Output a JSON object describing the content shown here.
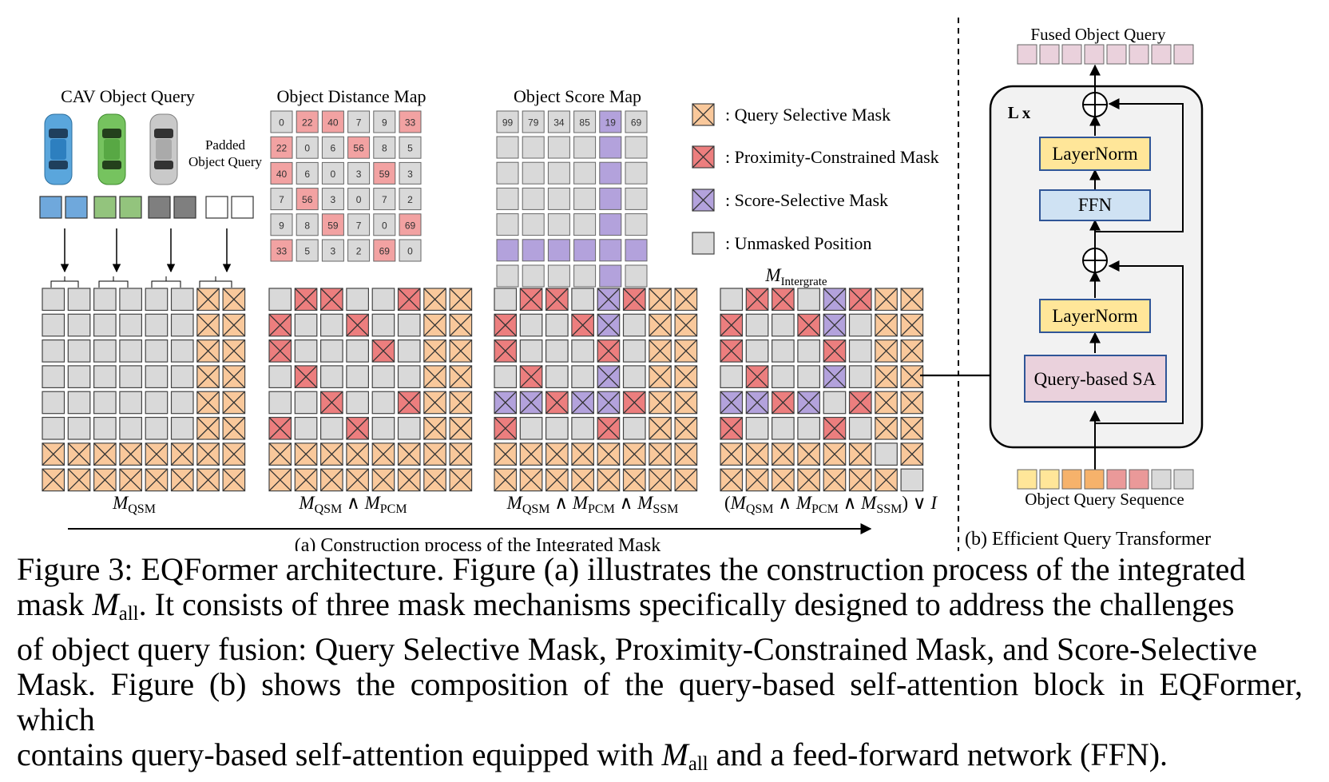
{
  "panel_a": {
    "cav_title": "CAV Object Query",
    "padded_label_line1": "Padded",
    "padded_label_line2": "Object Query",
    "distance_title": "Object Distance Map",
    "distance_values": [
      [
        "0",
        "22",
        "40",
        "7",
        "9",
        "33"
      ],
      [
        "22",
        "0",
        "6",
        "56",
        "8",
        "5"
      ],
      [
        "40",
        "6",
        "0",
        "3",
        "59",
        "3"
      ],
      [
        "7",
        "56",
        "3",
        "0",
        "7",
        "2"
      ],
      [
        "9",
        "8",
        "59",
        "7",
        "0",
        "69"
      ],
      [
        "33",
        "5",
        "3",
        "2",
        "69",
        "0"
      ]
    ],
    "score_title": "Object Score Map",
    "score_values": [
      "99",
      "79",
      "34",
      "85",
      "19",
      "69"
    ],
    "legend": [
      {
        "key": "qsm",
        "label": ": Query Selective Mask"
      },
      {
        "key": "pcm",
        "label": ": Proximity-Constrained Mask"
      },
      {
        "key": "ssm",
        "label": ": Score-Selective Mask"
      },
      {
        "key": "unm",
        "label": ": Unmasked Position"
      }
    ],
    "integrate_label": {
      "base": "M",
      "sub": "Intergrate"
    },
    "matrix_labels": [
      [
        {
          "t": "M",
          "i": true
        },
        {
          "t": "QSM",
          "sub": true
        }
      ],
      [
        {
          "t": "M",
          "i": true
        },
        {
          "t": "QSM",
          "sub": true
        },
        {
          "t": " ∧ "
        },
        {
          "t": "M",
          "i": true
        },
        {
          "t": "PCM",
          "sub": true
        }
      ],
      [
        {
          "t": "M",
          "i": true
        },
        {
          "t": "QSM",
          "sub": true
        },
        {
          "t": " ∧ "
        },
        {
          "t": "M",
          "i": true
        },
        {
          "t": "PCM",
          "sub": true
        },
        {
          "t": " ∧ "
        },
        {
          "t": "M",
          "i": true
        },
        {
          "t": "SSM",
          "sub": true
        }
      ],
      [
        {
          "t": "("
        },
        {
          "t": "M",
          "i": true
        },
        {
          "t": "QSM",
          "sub": true
        },
        {
          "t": " ∧ "
        },
        {
          "t": "M",
          "i": true
        },
        {
          "t": "PCM",
          "sub": true
        },
        {
          "t": " ∧ "
        },
        {
          "t": "M",
          "i": true
        },
        {
          "t": "SSM",
          "sub": true
        },
        {
          "t": ") ∨ "
        },
        {
          "t": "I",
          "i": true
        }
      ]
    ],
    "caption": "(a)  Construction process of the Integrated Mask"
  },
  "panel_b": {
    "fused_label": "Fused Object Query",
    "layer_count": "L x",
    "layernorm_top": "LayerNorm",
    "ffn": "FFN",
    "layernorm_bottom": "LayerNorm",
    "sa": "Query-based SA",
    "input_label": "Object Query Sequence",
    "caption": "(b) Efficient Query Transformer"
  },
  "matrices": {
    "qsm": [
      "UUUUUUQQ",
      "UUUUUUQQ",
      "UUUUUUQQ",
      "UUUUUUQQ",
      "UUUUUUQQ",
      "UUUUUUQQ",
      "QQQQQQQQ",
      "QQQQQQQQ"
    ],
    "qsm_pcm": [
      "UPPUUPQQ",
      "PUUPUUQQ",
      "PUUUPUQQ",
      "UPUUUUQQ",
      "UUPUUPQQ",
      "PUUPUUQQ",
      "QQQQQQQQ",
      "QQQQQQQQ"
    ],
    "qsm_pcm_ssm": [
      "UPPUSPQQ",
      "PUUPSUQQ",
      "PUUUPUQQ",
      "UPUUSUQQ",
      "SSPSSPQQ",
      "PUUUPUQQ",
      "QQQQQQQQ",
      "QQQQQQQQ"
    ],
    "integrated": [
      "UPPUSPQQ",
      "PUUPSUQQ",
      "PUUUPUQQ",
      "UPUUSUQQ",
      "SSPSUPQQ",
      "PUUUPUQQ",
      "QQQQQQUQ",
      "QQQQQQQU"
    ]
  },
  "score_mask": [
    "UUUUSU",
    "UUUUSU",
    "UUUUSU",
    "UUUUSU",
    "SSSSSS",
    "UUUUSU"
  ],
  "colors": {
    "unmasked": "#d9d9d9",
    "qsm": "#f9c89b",
    "pcm": "#ec7e7e",
    "ssm": "#b3a2dc",
    "distance_red": "#f2a2a2",
    "score_purple": "#b3a2dc",
    "cav_blue": "#6fa8dc",
    "cav_green": "#93c47d",
    "cav_gray": "#7f7f7f",
    "layernorm": "#ffe699",
    "ffn": "#cfe2f3",
    "sa": "#ead1dc",
    "fused_cell": "#ead1dc",
    "block_bg": "#f2f2f2",
    "input_cells": [
      "#ffe699",
      "#ffe699",
      "#f6b26b",
      "#f6b26b",
      "#ea9999",
      "#ea9999",
      "#d9d9d9",
      "#d9d9d9"
    ]
  },
  "figure_caption": {
    "lines": [
      [
        {
          "t": "Figure 3: EQFormer architecture.  Figure (a) illustrates the construction process of the integrated"
        }
      ],
      [
        {
          "t": "mask "
        },
        {
          "t": "M",
          "i": true
        },
        {
          "t": "all",
          "sub": true
        },
        {
          "t": ".  It consists of three mask mechanisms specifically designed to address the challenges"
        }
      ],
      [
        {
          "t": "of object query fusion: Query Selective Mask, Proximity-Constrained Mask, and Score-Selective"
        }
      ],
      [
        {
          "t": "Mask. Figure (b) shows the composition of the query-based self-attention block in EQFormer, which"
        }
      ],
      [
        {
          "t": "contains query-based self-attention equipped with "
        },
        {
          "t": "M",
          "i": true
        },
        {
          "t": "all",
          "sub": true
        },
        {
          "t": " and a feed-forward network (FFN)."
        }
      ]
    ]
  }
}
